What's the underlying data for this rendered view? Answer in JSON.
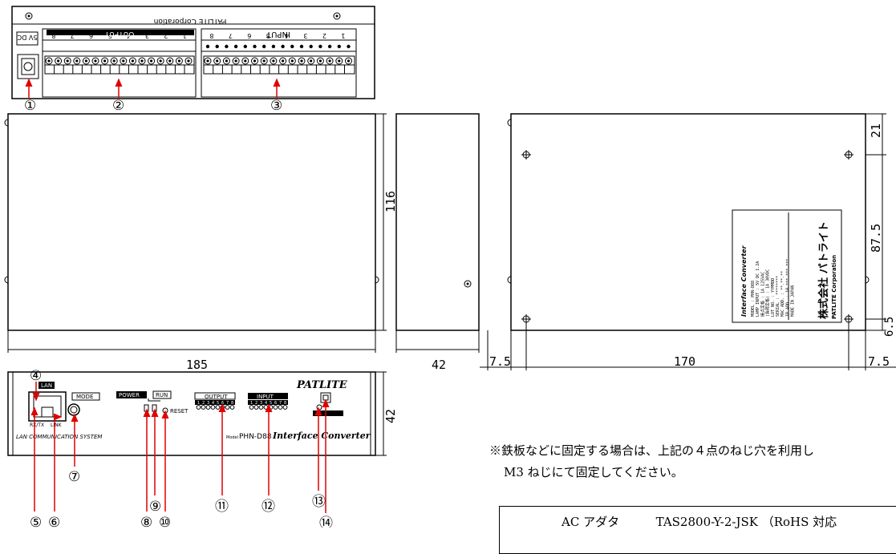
{
  "top_view": {
    "model_label": "PATLITE Corporation",
    "dc_label": "5V DC",
    "output_label": "OUTPUT",
    "input_label": "INPUT",
    "channels": [
      "8",
      "7",
      "6",
      "5",
      "4",
      "3",
      "2",
      "1"
    ]
  },
  "callouts": {
    "c1": "①",
    "c2": "②",
    "c3": "③",
    "c4": "④",
    "c5": "⑤",
    "c6": "⑥",
    "c7": "⑦",
    "c8": "⑧",
    "c9": "⑨",
    "c10": "⑩",
    "c11": "⑪",
    "c12": "⑫",
    "c13": "⑬",
    "c14": "⑭"
  },
  "dimensions": {
    "width_front": "185",
    "height_front": "116",
    "depth_side": "42",
    "front_depth": "42",
    "left_margin": "7.5",
    "hole_spacing": "170",
    "right_margin": "7.5",
    "top_offset": "21",
    "vertical_spacing": "87.5",
    "bottom_offset": "6.5"
  },
  "front_panel": {
    "lan_label": "LAN",
    "rxtx_label": "RX/TX",
    "link_label": "LINK",
    "mode_label": "MODE",
    "power_label": "POWER",
    "run_label": "RUN",
    "reset_label": "RESET",
    "output_label": "OUTPUT",
    "input_label": "INPUT",
    "brand": "PATLITE",
    "model": "PHN-D88",
    "model_prefix": "Model",
    "product_name": "Interface Converter",
    "system_name": "LAN COMMUNICATION SYSTEM",
    "terminal_numbers": [
      "1",
      "2",
      "3",
      "4",
      "5",
      "6",
      "7",
      "8"
    ]
  },
  "label_plate": {
    "title": "Interface Converter",
    "lines": [
      "MODEL : PHN-D88",
      "LAMP INPUT : 5V DC 1.2A",
      "接点定格 : 1A 125VAC",
      "(負荷定格) : 1A 30VDC",
      "LOT NO. : YYMMDD",
      "SERIAL : ********",
      "MAC ADD. : **.**.**",
      "IP ADD. : 10.***.***.***",
      "MADE IN JAPAN"
    ],
    "maker": "株式会社 パトライト",
    "maker_en": "PATLITE Corporation"
  },
  "notes": {
    "line1": "※鉄板などに固定する場合は、上記の４点のねじ穴を利用し",
    "line2": "M3 ねじにて固定してください。"
  },
  "ac_adapter": {
    "label": "AC アダタ",
    "model": "TAS2800-Y-2-JSK （RoHS 対応"
  }
}
